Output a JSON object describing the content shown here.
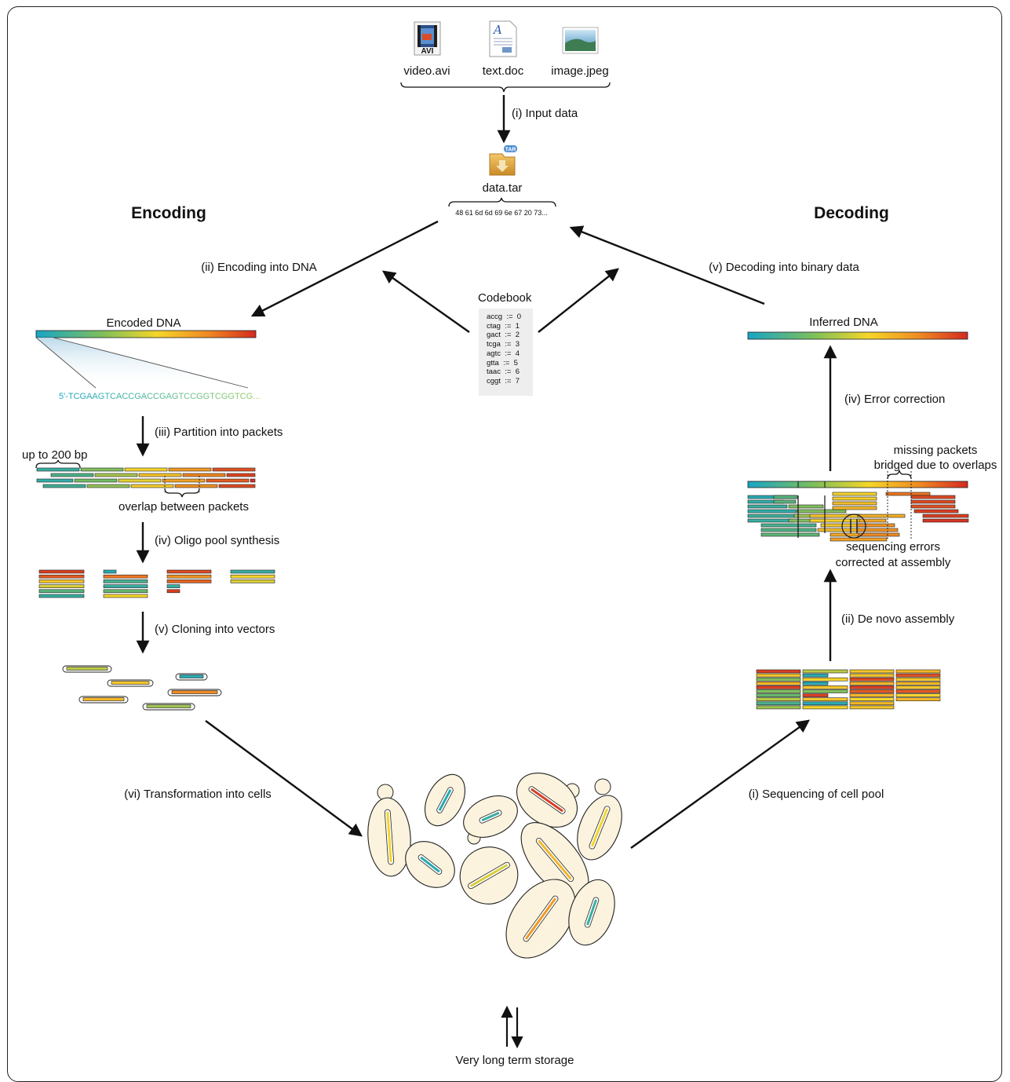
{
  "files": [
    "video.avi",
    "text.doc",
    "image.jpeg"
  ],
  "file_icon_badges": {
    "video": "AVI",
    "text": "A",
    "tar": "TAR"
  },
  "archive": {
    "name": "data.tar",
    "hex": "48 61 6d 6d 69 6e 67 20 73..."
  },
  "sections": {
    "encoding": "Encoding",
    "decoding": "Decoding"
  },
  "steps": {
    "input": "(i) Input data",
    "encoding_dna": "(ii) Encoding into DNA",
    "decoding_binary": "(v) Decoding into binary data",
    "partition": "(iii) Partition into packets",
    "oligo": "(iv) Oligo pool synthesis",
    "cloning": "(v) Cloning into vectors",
    "transformation": "(vi) Transformation into cells",
    "sequencing": "(i) Sequencing of cell pool",
    "assembly": "(ii) De novo assembly",
    "error_correction": "(iv) Error correction"
  },
  "codebook": {
    "title": "Codebook",
    "entries": [
      "accg  :=  0",
      "ctag  :=  1",
      "gact  :=  2",
      "tcga  :=  3",
      "agtc  :=  4",
      "gtta  :=  5",
      "taac  :=  6",
      "cggt  :=  7"
    ]
  },
  "labels": {
    "encoded_dna": "Encoded  DNA",
    "inferred_dna": "Inferred DNA",
    "sequence": "5'-TCGAAGTCACCGACCGAGTCCGGTCGGTCG...",
    "up_to": "up to 200 bp",
    "overlap": "overlap between packets",
    "missing_1": "missing packets",
    "missing_2": "bridged due to overlaps",
    "seq_err_1": "sequencing errors",
    "seq_err_2": "corrected at assembly",
    "storage": "Very long term storage"
  },
  "colors": {
    "gradient": [
      "#1aa6c4",
      "#66b86a",
      "#f4d42c",
      "#ef8a22",
      "#d42b22"
    ],
    "cell_fill": "#fbf3de",
    "codebook_bg": "#eeeeee"
  }
}
